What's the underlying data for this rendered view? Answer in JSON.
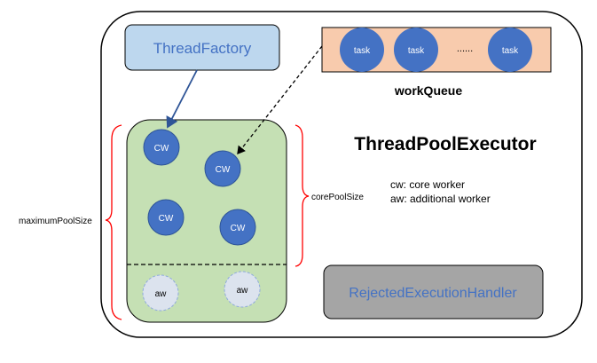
{
  "title": "ThreadPoolExecutor",
  "thread_factory": {
    "label": "ThreadFactory"
  },
  "work_queue": {
    "label": "workQueue",
    "tasks": [
      "task",
      "task",
      "task"
    ],
    "ellipsis": "......"
  },
  "pool": {
    "core_workers": [
      "CW",
      "CW",
      "CW",
      "CW"
    ],
    "additional_workers": [
      "aw",
      "aw"
    ]
  },
  "labels": {
    "core_pool_size": "corePoolSize",
    "maximum_pool_size": "maximumPoolSize"
  },
  "legend": {
    "cw": "cw: core worker",
    "aw": "aw: additional worker"
  },
  "rejected_handler": {
    "label": "RejectedExecutionHandler"
  },
  "colors": {
    "factory_fill": "#bdd7ee",
    "queue_fill": "#f8cbad",
    "worker_fill": "#4472c4",
    "pool_fill": "#c5e0b4",
    "handler_fill": "#a5a5a5",
    "label_blue": "#4472c4",
    "brace_red": "#ff0000"
  }
}
